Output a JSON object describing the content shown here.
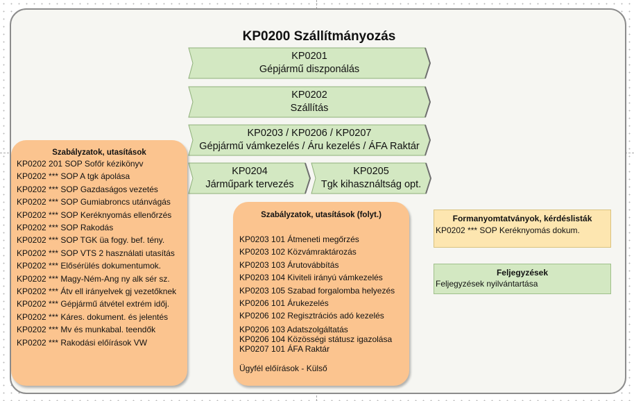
{
  "diagram": {
    "title": "KP0200 Szállítmányozás",
    "processes": [
      {
        "code": "KP0201",
        "name": "Gépjármű diszponálás"
      },
      {
        "code": "KP0202",
        "name": "Szállítás"
      },
      {
        "code": "KP0203 / KP0206 / KP0207",
        "name": "Gépjármű vámkezelés / Áru kezelés / ÁFA Raktár"
      },
      {
        "code": "KP0204",
        "name": "Járműpark tervezés"
      },
      {
        "code": "KP0205",
        "name": "Tgk kihasználtság opt."
      }
    ],
    "rules_left": {
      "title": "Szabályzatok, utasítások",
      "items": [
        "KP0202 201 SOP Sofőr kézikönyv",
        "KP0202 *** SOP A tgk ápolása",
        "KP0202 *** SOP Gazdaságos vezetés",
        "KP0202 *** SOP Gumiabroncs utánvágás",
        "KP0202 *** SOP Keréknyomás ellenőrzés",
        "KP0202 *** SOP Rakodás",
        "KP0202 *** SOP TGK üa fogy. bef. tény.",
        "KP0202 *** SOP VTS 2 használati utasítás",
        "KP0202 *** Elősérülés dokumentumok.",
        "KP0202 *** Magy-Ném-Ang ny alk sér sz.",
        "KP0202 *** Átv ell irányelvek gj vezetőknek",
        "KP0202 *** Gépjármű átvétel extrém időj.",
        "KP0202 *** Káres. dokument. és jelentés",
        "KP0202 *** Mv és munkabal. teendők",
        "KP0202 *** Rakodási előírások VW"
      ]
    },
    "rules_mid": {
      "title": "Szabályzatok, utasítások (folyt.)",
      "items": [
        "KP0203 101 Átmeneti megőrzés",
        "KP0203 102 Közvámraktározás",
        "KP0203 103 Árutovábbítás",
        "KP0203 104 Kiviteli irányú vámkezelés",
        "KP0203 105 Szabad forgalomba helyezés",
        "KP0206 101 Árukezelés",
        "KP0206 102 Regisztrációs adó kezelés",
        "KP0206 103 Adatszolgáltatás",
        "KP0206 104 Közösségi státusz igazolása",
        "KP0207 101 ÁFA Raktár"
      ],
      "footer": "Ügyfél előírások - Külső"
    },
    "forms": {
      "title": "Formanyomtatványok, kérdéslisták",
      "items": [
        "KP0202 *** SOP Keréknyomás dokum."
      ]
    },
    "records": {
      "title": "Feljegyzések",
      "items": [
        "Feljegyzések nyilvántartása"
      ]
    },
    "colors": {
      "process_fill": "#d3e8c2",
      "process_stroke": "#8fb07a",
      "rules_fill": "#fbc48f",
      "forms_fill": "#fde6b0",
      "records_fill": "#d3e8c2",
      "frame_stroke": "#8c8c8c"
    }
  }
}
